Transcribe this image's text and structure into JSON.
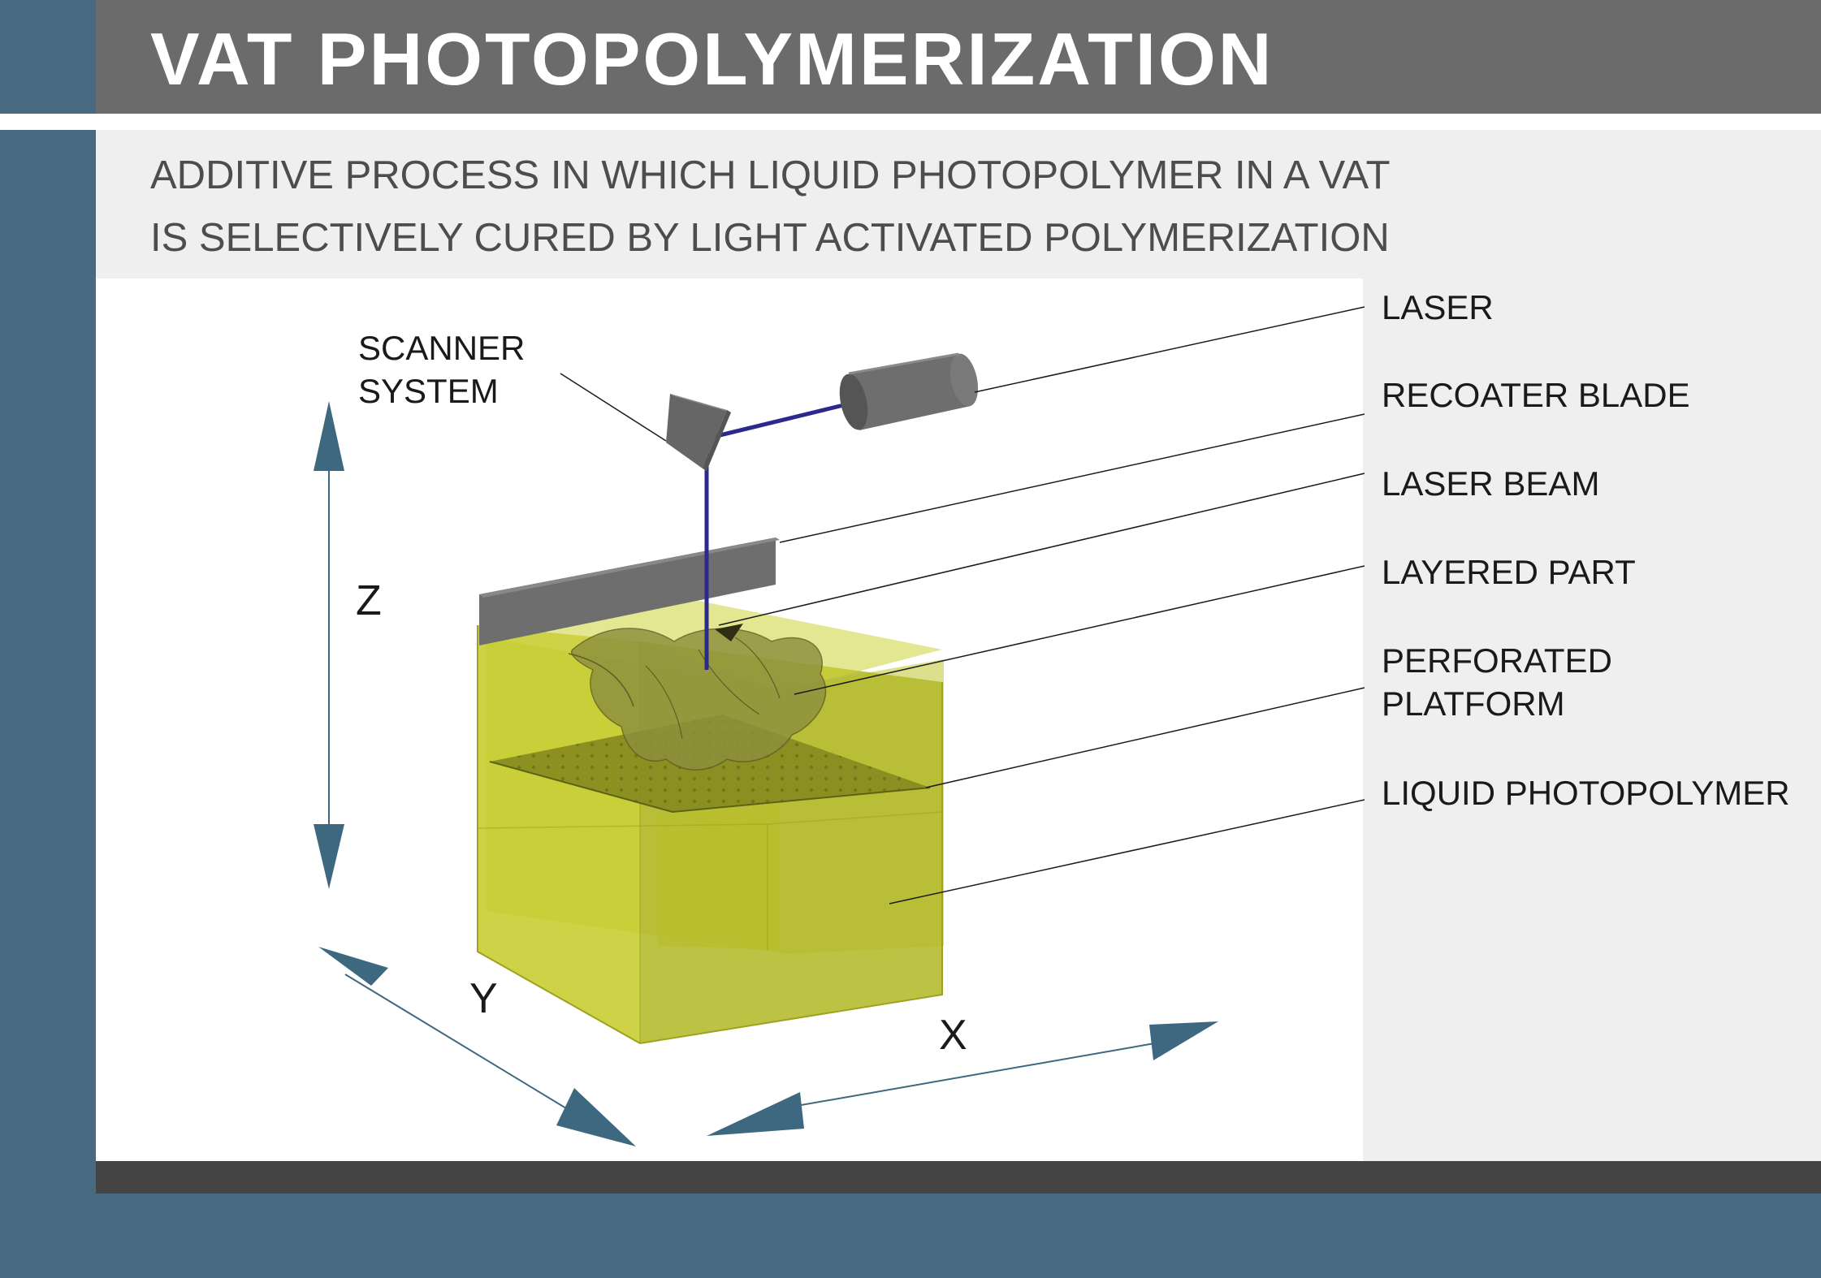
{
  "title": "VAT PHOTOPOLYMERIZATION",
  "subtitle": {
    "line1": "ADDITIVE PROCESS IN WHICH LIQUID PHOTOPOLYMER IN A VAT",
    "line2": "IS SELECTIVELY CURED BY LIGHT ACTIVATED POLYMERIZATION"
  },
  "labels": {
    "scanner_system_1": "SCANNER",
    "scanner_system_2": "SYSTEM",
    "laser": "LASER",
    "recoater_blade": "RECOATER BLADE",
    "laser_beam": "LASER BEAM",
    "layered_part": "LAYERED PART",
    "perforated_platform_1": "PERFORATED",
    "perforated_platform_2": "PLATFORM",
    "liquid_photopolymer": "LIQUID PHOTOPOLYMER"
  },
  "axes": {
    "z": "Z",
    "y": "Y",
    "x": "X"
  },
  "colors": {
    "background": "#476a80",
    "title_bar": "#6b6b6b",
    "panel": "#efefef",
    "bottom_bar": "#444444",
    "arrow": "#3e6880",
    "resin": "#c6cc2c",
    "laser_beam": "#2b2a8c",
    "component_gray": "#6e6e6e"
  }
}
